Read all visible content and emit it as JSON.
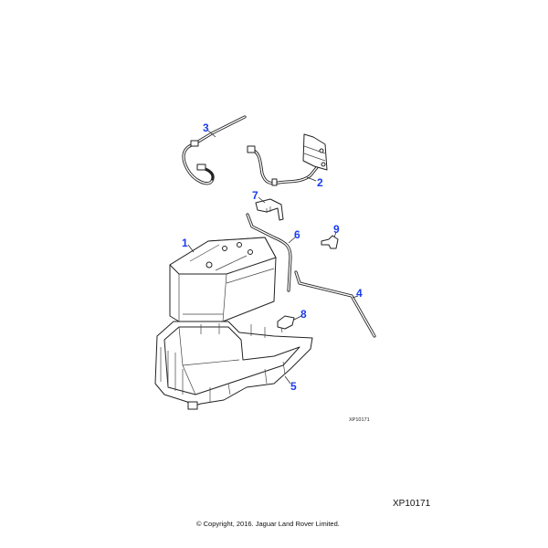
{
  "diagram": {
    "callouts": [
      {
        "label": "1",
        "part": "battery"
      },
      {
        "label": "2",
        "part": "cable-with-junction-block"
      },
      {
        "label": "3",
        "part": "cable"
      },
      {
        "label": "4",
        "part": "cable"
      },
      {
        "label": "5",
        "part": "battery-tray"
      },
      {
        "label": "6",
        "part": "vent-tube"
      },
      {
        "label": "7",
        "part": "bracket"
      },
      {
        "label": "8",
        "part": "clip"
      },
      {
        "label": "9",
        "part": "fastener"
      }
    ],
    "callout_color": "#1a3cf0",
    "illustration_ref": "XP10171"
  },
  "footer": {
    "reference": "XP10171",
    "copyright": "© Copyright, 2016. Jaguar Land Rover Limited."
  }
}
